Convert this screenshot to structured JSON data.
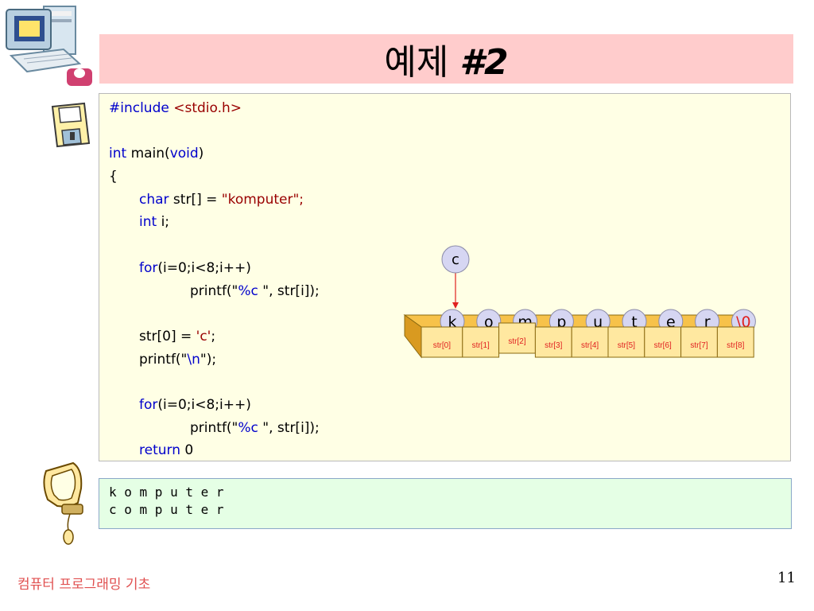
{
  "slide": {
    "title_main": "예제 ",
    "title_num": "#2",
    "footer_course": "컴퓨터 프로그래밍 기초",
    "page_number": "11"
  },
  "code": {
    "lines": [
      [
        {
          "t": "#include ",
          "c": "kw"
        },
        {
          "t": "<stdio.h>",
          "c": "str"
        }
      ],
      [],
      [
        {
          "t": "int",
          "c": "kw"
        },
        {
          "t": " main("
        },
        {
          "t": "void",
          "c": "kw"
        },
        {
          "t": ")"
        }
      ],
      [
        {
          "t": "{"
        }
      ],
      [
        {
          "t": "char",
          "c": "kw",
          "i": 1
        },
        {
          "t": " str[] = "
        },
        {
          "t": "\"komputer\";",
          "c": "str"
        }
      ],
      [
        {
          "t": "int",
          "c": "kw",
          "i": 1
        },
        {
          "t": " i;"
        }
      ],
      [],
      [
        {
          "t": "for",
          "c": "kw",
          "i": 1
        },
        {
          "t": "(i=0;i<8;i++)"
        }
      ],
      [
        {
          "t": "printf(\"",
          "i": 2
        },
        {
          "t": "%c ",
          "c": "kw"
        },
        {
          "t": "\", str[i]);"
        }
      ],
      [],
      [
        {
          "t": "str[0] = ",
          "i": 1
        },
        {
          "t": "'c'",
          "c": "str"
        },
        {
          "t": ";"
        }
      ],
      [
        {
          "t": "printf(\"",
          "i": 1
        },
        {
          "t": "\\n",
          "c": "kw"
        },
        {
          "t": "\");"
        }
      ],
      [],
      [
        {
          "t": "for",
          "c": "kw",
          "i": 1
        },
        {
          "t": "(i=0;i<8;i++)"
        }
      ],
      [
        {
          "t": "printf(\"",
          "i": 2
        },
        {
          "t": "%c ",
          "c": "kw"
        },
        {
          "t": "\", str[i]);"
        }
      ],
      [
        {
          "t": "return",
          "c": "kw",
          "i": 1
        },
        {
          "t": " 0"
        }
      ]
    ]
  },
  "diagram": {
    "replacement_char": "c",
    "chars": [
      "k",
      "o",
      "m",
      "p",
      "u",
      "t",
      "e",
      "r",
      "\\0"
    ],
    "labels": [
      "str[0]",
      "str[1]",
      "str[2]",
      "str[3]",
      "str[4]",
      "str[5]",
      "str[6]",
      "str[7]",
      "str[8]"
    ],
    "colors": {
      "box_front": "#ffe8a0",
      "box_top": "#f7c24a",
      "box_side": "#d99a20",
      "ball": "#d6d6f2",
      "label": "#e02020",
      "arrow": "#e02020"
    }
  },
  "output": {
    "lines": [
      "k o m p u t e r",
      "c o m p u t e r"
    ]
  }
}
